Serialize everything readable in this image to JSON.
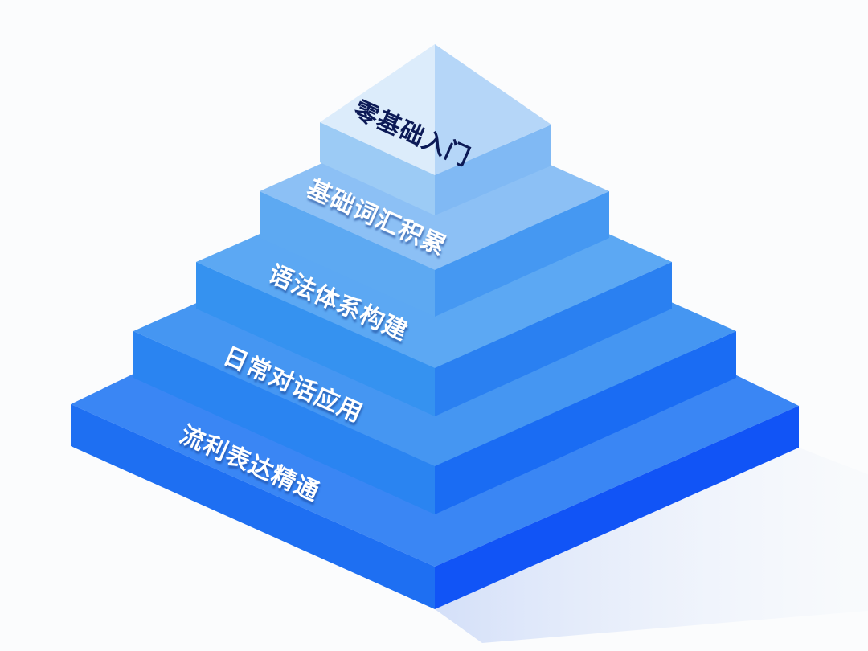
{
  "diagram": {
    "type": "stepped-pyramid",
    "title": "",
    "tiers": [
      {
        "level": 1,
        "label": "零基础入门",
        "position": "top",
        "text_color": "#0c1a56"
      },
      {
        "level": 2,
        "label": "基础词汇积累",
        "position": "second",
        "text_color": "#ffffff"
      },
      {
        "level": 3,
        "label": "语法体系构建",
        "position": "middle",
        "text_color": "#ffffff"
      },
      {
        "level": 4,
        "label": "日常对话应用",
        "position": "fourth",
        "text_color": "#ffffff"
      },
      {
        "level": 5,
        "label": "流利表达精通",
        "position": "bottom",
        "text_color": "#ffffff"
      }
    ],
    "colors": {
      "background": "#fbfcfd",
      "apex_left": "#dcecfb",
      "apex_right": "#b8d8f8",
      "tier2_top": "#8ec2f6",
      "tier3_top": "#5aa8f2",
      "tier4_top": "#3b8ff0",
      "tier5_top": "#2f7cf5",
      "front_left_dark": "#1f74f0",
      "front_right_dark": "#0f56f5",
      "shadow": "#dbe6fb"
    }
  }
}
